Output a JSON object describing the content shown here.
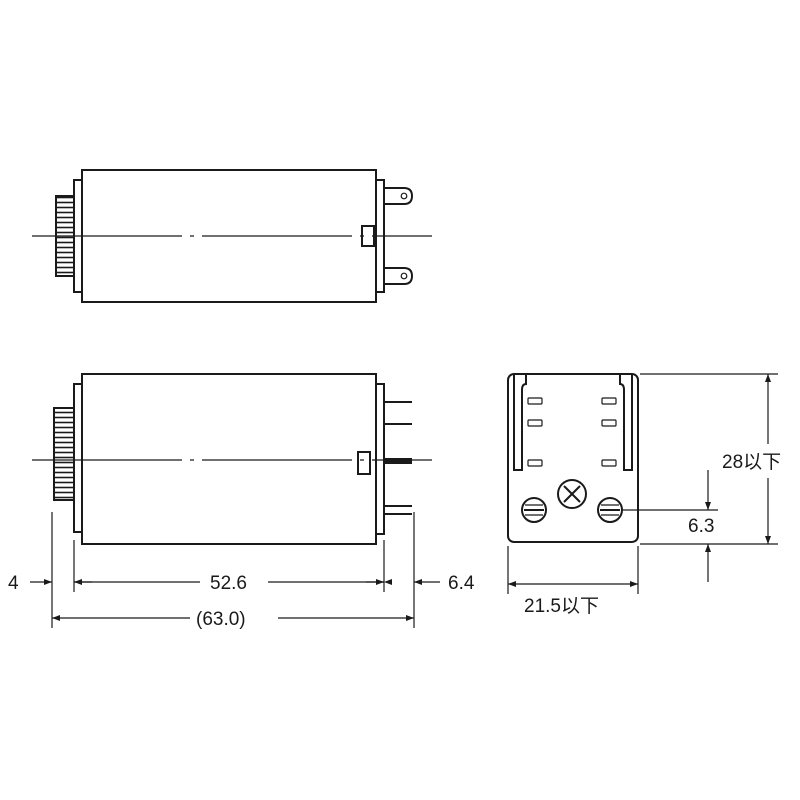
{
  "dimensions": {
    "knob_depth": "4",
    "body_length": "52.6",
    "pin_length": "6.4",
    "overall_length": "(63.0)",
    "width": "21.5以下",
    "height": "28以下",
    "screw_offset": "6.3"
  }
}
